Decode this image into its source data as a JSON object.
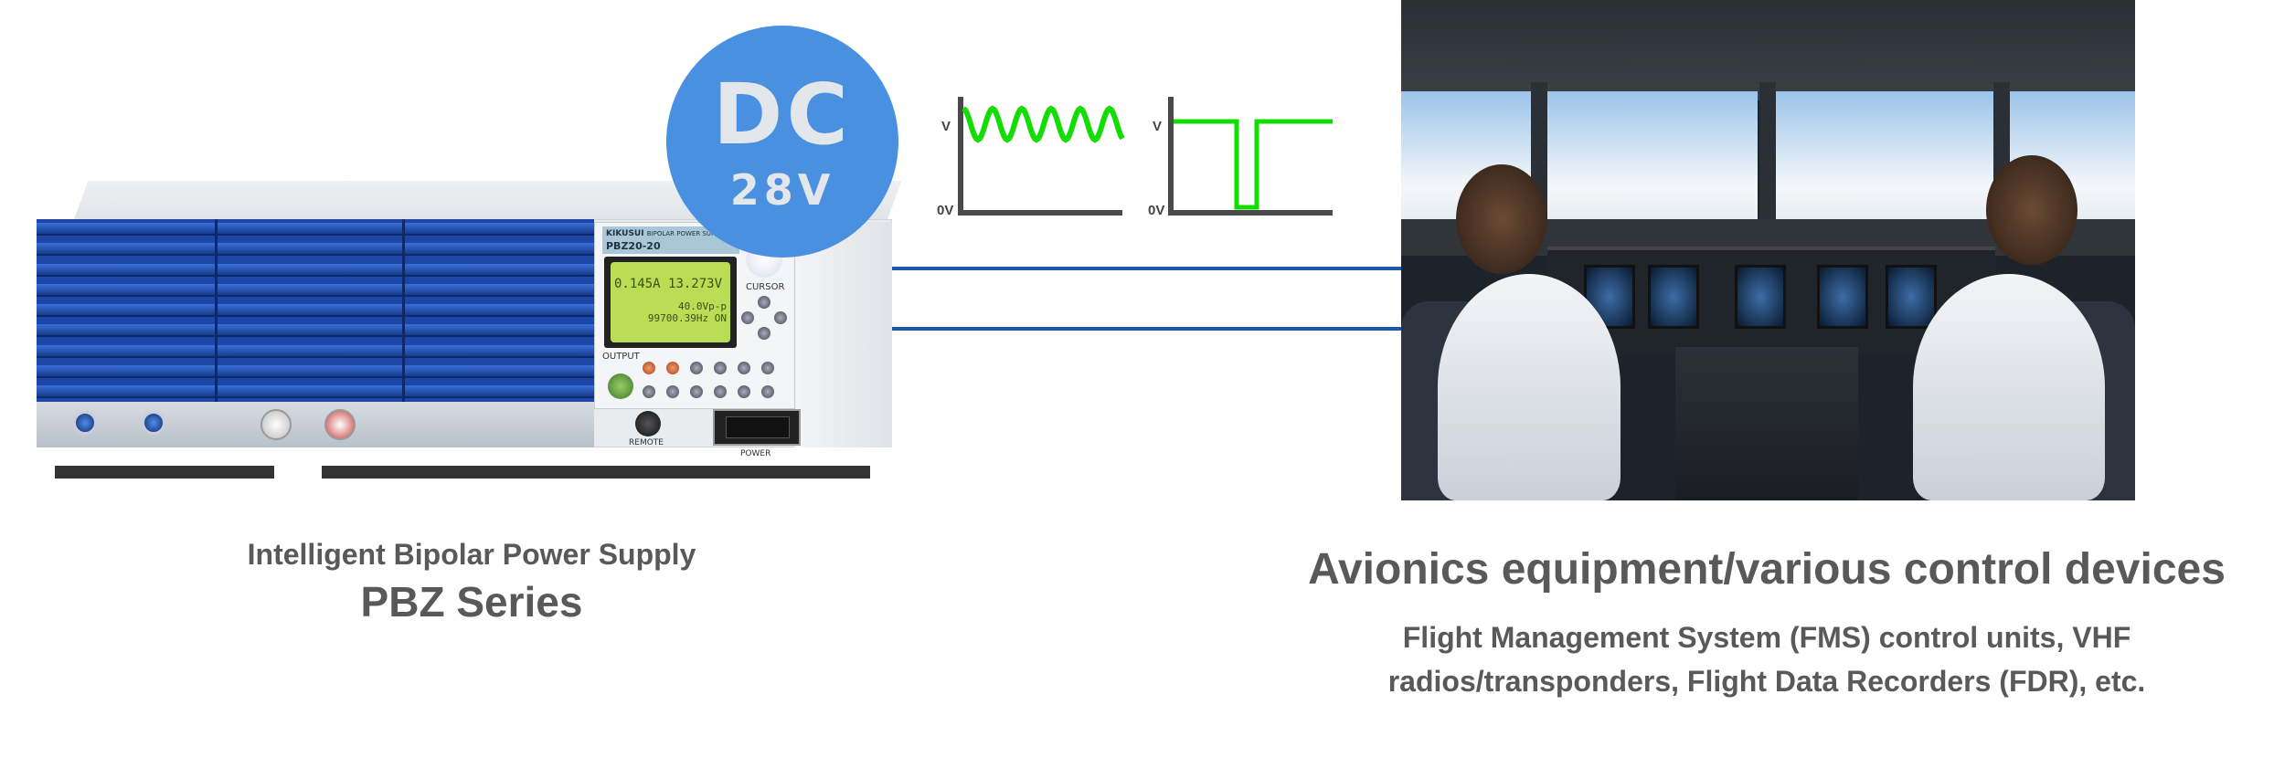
{
  "product": {
    "subtitle": "Intelligent Bipolar Power Supply",
    "title": "PBZ Series",
    "device": {
      "brand": "KIKUSUI",
      "model_strip": "BIPOLAR POWER SUPPLY",
      "model": "PBZ20-20",
      "lcd_current": "0.145A",
      "lcd_voltage": "13.273V",
      "lcd_line2": "40.0Vp-p",
      "lcd_line3": "99700.39Hz  ON",
      "label_output": "OUTPUT",
      "label_cursor": "CURSOR",
      "label_remote": "REMOTE",
      "label_power": "POWER"
    }
  },
  "badge": {
    "line1": "DC",
    "line2": "28V",
    "color": "#4a90e0"
  },
  "waveforms": [
    {
      "type": "ripple",
      "label_high": "V",
      "label_zero": "0V",
      "color": "#11dd00"
    },
    {
      "type": "dropout",
      "label_high": "V",
      "label_zero": "0V",
      "color": "#11dd00"
    }
  ],
  "connection_color": "#1d58a8",
  "target": {
    "title": "Avionics equipment/various control devices",
    "description_line1": "Flight Management System (FMS) control units, VHF",
    "description_line2": "radios/transponders, Flight Data Recorders (FDR), etc."
  }
}
